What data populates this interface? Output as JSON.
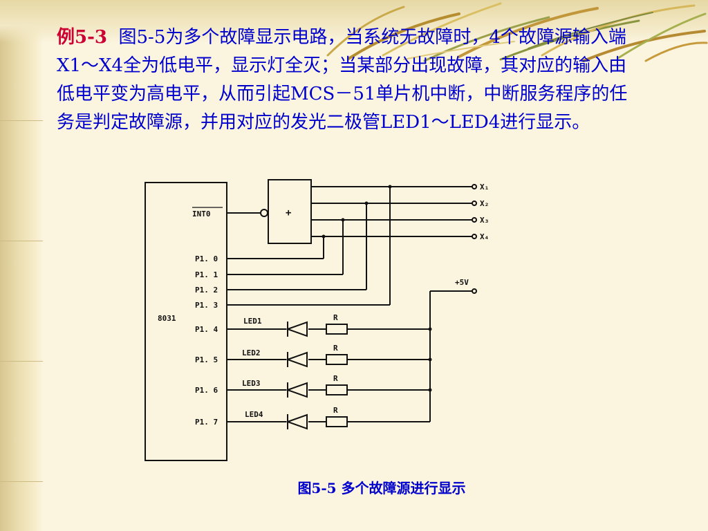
{
  "slide": {
    "example_label": "例5-3",
    "description": "图5-5为多个故障显示电路，当系统无故障时，4个故障源输入端X1～X4全为低电平，显示灯全灭；当某部分出现故障，其对应的输入由低电平变为高电平，从而引起MCS－51单片机中断，中断服务程序的任务是判定故障源，并用对应的发光二极管LED1～LED4进行显示。",
    "caption": "图5-5 多个故障源进行显示"
  },
  "diagram": {
    "chip_label": "8031",
    "interrupt_pin": "INT0",
    "pins": [
      "P1. 0",
      "P1. 1",
      "P1. 2",
      "P1. 3",
      "P1. 4",
      "P1. 5",
      "P1. 6",
      "P1. 7"
    ],
    "gate_symbol": "+",
    "inputs": [
      "X₁",
      "X₂",
      "X₃",
      "X₄"
    ],
    "supply_label": "+5V",
    "leds": [
      "LED1",
      "LED2",
      "LED3",
      "LED4"
    ],
    "resistor_label": "R"
  },
  "colors": {
    "text": "#0000cc",
    "highlight": "#cc0033",
    "background": "#fbf4df",
    "line": "#111111"
  }
}
